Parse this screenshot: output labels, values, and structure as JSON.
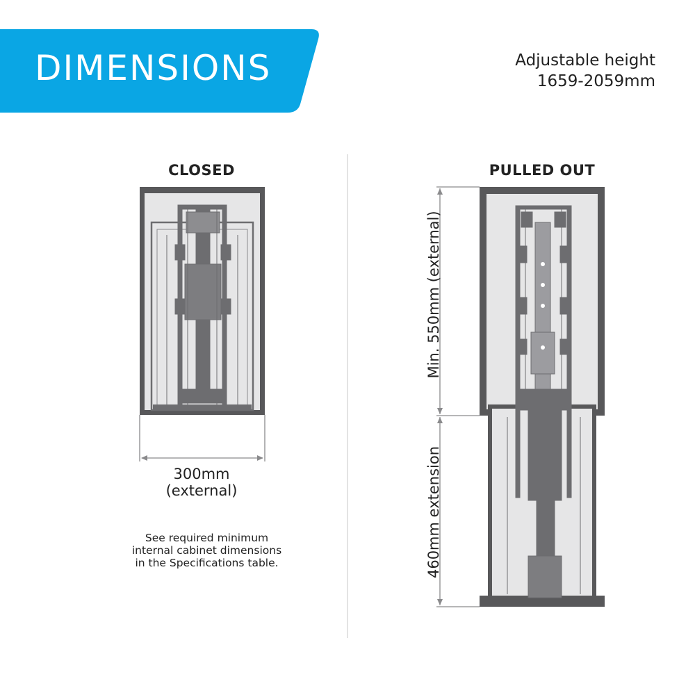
{
  "header": {
    "title": "DIMENSIONS",
    "accent_color": "#0aa6e4",
    "adjustable_line1": "Adjustable height",
    "adjustable_line2": "1659-2059mm"
  },
  "closed": {
    "heading": "CLOSED",
    "width_line1": "300mm",
    "width_line2": "(external)",
    "note_line1": "See required minimum",
    "note_line2": "internal  cabinet  dimensions",
    "note_line3": "in the Specifications table."
  },
  "pulled_out": {
    "heading": "PULLED OUT",
    "height_label": "Min. 550mm (external)",
    "extension_label": "460mm extension"
  },
  "colors": {
    "frame": "#58585a",
    "panel": "#e6e6e7",
    "mechanism": "#6d6d70",
    "dimension_line": "#8a8a8c"
  }
}
